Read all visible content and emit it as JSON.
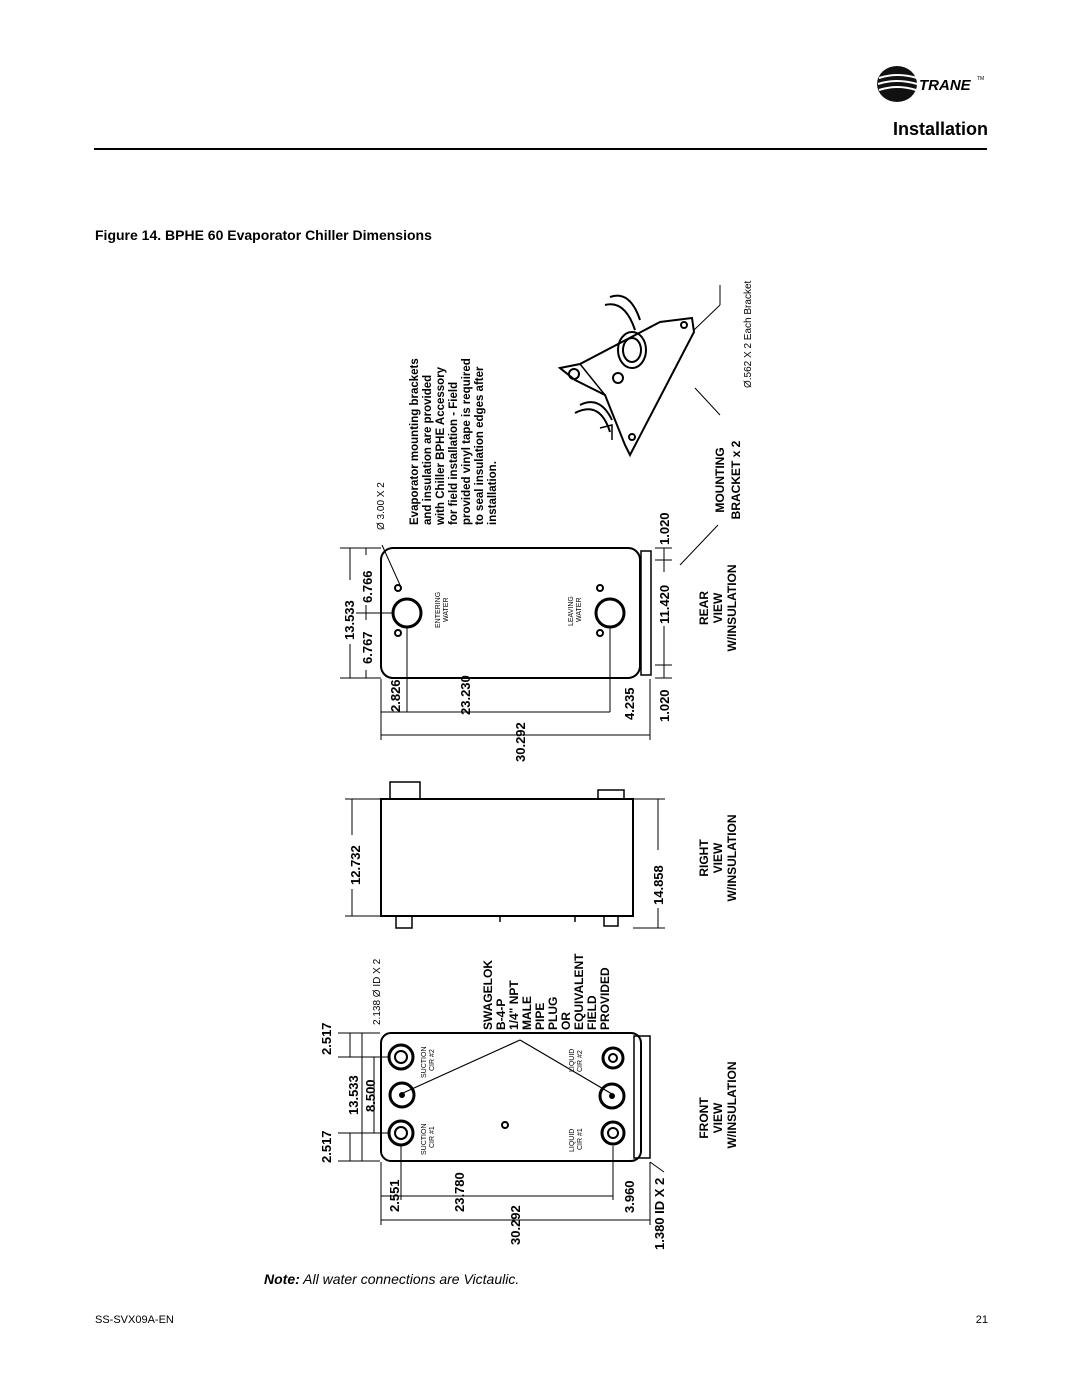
{
  "header": {
    "brand": "TRANE",
    "brand_mark": "TM",
    "section_title": "Installation"
  },
  "figure": {
    "caption": "Figure 14. BPHE 60 Evaporator Chiller Dimensions"
  },
  "front_view": {
    "title_lines": [
      "FRONT",
      "VIEW",
      "W/INSULATION"
    ],
    "dims": {
      "left_bottom": "2.517",
      "height_total": "13.533",
      "port_span": "8.500",
      "left_top": "2.517",
      "d1": "2.551",
      "d2": "23.780",
      "d3": "30.292",
      "d4": "3.960",
      "port_id": "1.380 ID X 2",
      "small_port": "2.138 Ø ID X 2"
    },
    "ports": {
      "suction_1": [
        "SUCTION",
        "CIR #1"
      ],
      "suction_2": [
        "SUCTION",
        "CIR #2"
      ],
      "liquid_1": [
        "LIQUID",
        "CIR #1"
      ],
      "liquid_2": [
        "LIQUID",
        "CIR #2"
      ]
    },
    "fitting_note": [
      "SWAGELOK",
      "B-4-P",
      "1/4\" NPT",
      "MALE",
      "PIPE",
      "PLUG",
      "OR",
      "EQUIVALENT",
      "FIELD",
      "PROVIDED"
    ]
  },
  "right_view": {
    "title_lines": [
      "RIGHT",
      "VIEW",
      "W/INSULATION"
    ],
    "dims": {
      "width": "12.732",
      "length": "14.858"
    }
  },
  "rear_view": {
    "title_lines": [
      "REAR",
      "VIEW",
      "W/INSULATION"
    ],
    "dims": {
      "height_total": "13.533",
      "left_half": "6.767",
      "right_half": "6.766",
      "d1": "2.826",
      "d2": "23.230",
      "d3": "30.292",
      "d4": "4.235",
      "b1": "1.020",
      "b2": "11.420",
      "b3": "1.020",
      "port_dia": "Ø 3.00 X 2"
    },
    "ports": {
      "entering": [
        "ENTERING",
        "WATER"
      ],
      "leaving": [
        "LEAVING",
        "WATER"
      ]
    }
  },
  "bracket": {
    "title_lines": [
      "MOUNTING",
      "BRACKET x 2"
    ],
    "hole_note": "Ø.562 X 2 Each Bracket",
    "installation_note": [
      "Evaporator mounting brackets",
      "and insulation are provided",
      "with Chiller BPHE Accessory",
      "for field installation - Field",
      "provided vinyl tape is required",
      "to seal insulation edges after",
      "installation."
    ]
  },
  "note": {
    "label": "Note:",
    "text": "All water connections are Victaulic."
  },
  "footer": {
    "doc_id": "SS-SVX09A-EN",
    "page": "21"
  }
}
